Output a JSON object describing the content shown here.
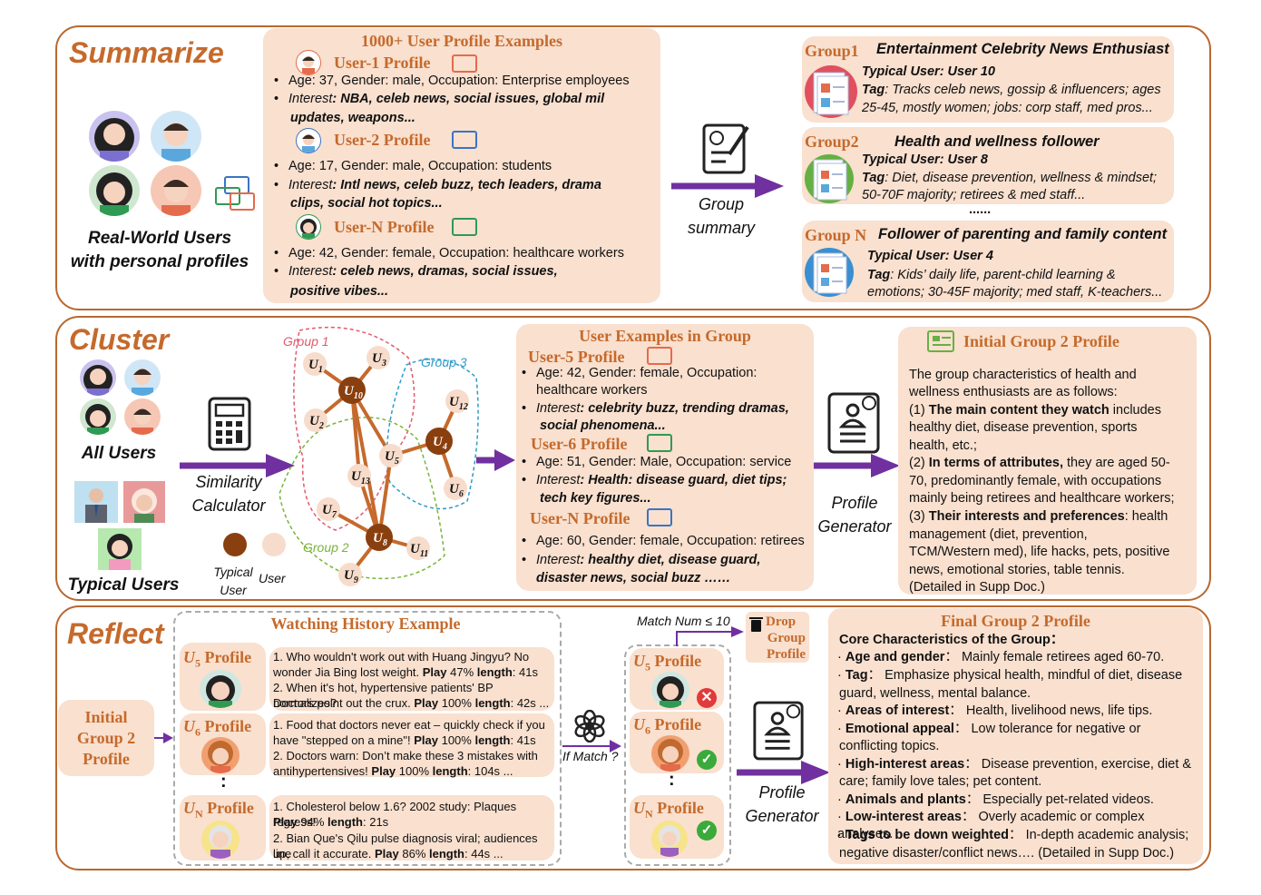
{
  "summarize": {
    "title": "Summarize",
    "users_label_1": "Real-World Users",
    "users_label_2": "with personal profiles",
    "examples_title": "1000+ User Profile Examples",
    "profiles": [
      {
        "name": "User-1 Profile",
        "line1": "Age: 37, Gender: male, Occupation: Enterprise employees",
        "interest_label": "Interest",
        "interest_1": ": NBA, celeb news, social issues, global mil",
        "interest_2": "updates, weapons..."
      },
      {
        "name": "User-2 Profile",
        "line1": "Age: 17, Gender: male, Occupation: students",
        "interest_label": "Interest",
        "interest_1": ": Intl news, celeb buzz, tech leaders, drama",
        "interest_2": "clips, social hot topics..."
      },
      {
        "name": "User-N Profile",
        "line1": "Age: 42, Gender: female, Occupation: healthcare workers",
        "interest_label": "Interest",
        "interest_1": ": celeb news, dramas, social issues,",
        "interest_2": "positive vibes..."
      }
    ],
    "arrow_label_1": "Group",
    "arrow_label_2": "summary",
    "groups": [
      {
        "id": "Group1",
        "name": "Entertainment Celebrity News Enthusiast",
        "typical": "Typical User: User 10",
        "tag_label": "Tag",
        "tag_1": ": Tracks celeb news, gossip & influencers; ages",
        "tag_2": "25-45, mostly women; jobs: corp staff, med pros..."
      },
      {
        "id": "Group2",
        "name": "Health and wellness follower",
        "typical": "Typical User: User 8",
        "tag_label": "Tag",
        "tag_1": ": Diet, disease prevention, wellness & mindset;",
        "tag_2": "50-70F majority; retirees & med staff..."
      },
      {
        "id": "Group N",
        "name": "Follower of parenting and family content",
        "typical": "Typical User: User 4",
        "tag_label": "Tag",
        "tag_1": ": Kids’ daily life, parent-child learning &",
        "tag_2": "emotions; 30-45F majority; med staff, K-teachers..."
      }
    ],
    "ellipsis": "......"
  },
  "cluster": {
    "title": "Cluster",
    "all_users": "All Users",
    "typical_users": "Typical Users",
    "calc_1": "Similarity",
    "calc_2": "Calculator",
    "group_labels": [
      "Group 1",
      "Group 2",
      "Group 3"
    ],
    "legend_typical_1": "Typical",
    "legend_typical_2": "User",
    "legend_user": "User",
    "examples_title": "User Examples in Group",
    "profiles": [
      {
        "name": "User-5 Profile",
        "line1": "Age: 42, Gender: female, Occupation:",
        "line1b": "healthcare workers",
        "interest_label": "Interest",
        "interest_1": ": celebrity buzz, trending dramas,",
        "interest_2": "social phenomena..."
      },
      {
        "name": "User-6 Profile",
        "line1": "Age: 51, Gender: Male, Occupation:  service",
        "interest_label": "Interest",
        "interest_1": ": Health: disease guard, diet tips;",
        "interest_2": "tech key figures..."
      },
      {
        "name": "User-N Profile",
        "line1": "Age: 60, Gender: female, Occupation: retirees",
        "interest_label": "Interest",
        "interest_1": ": healthy diet, disease guard,",
        "interest_2": "disaster news, social buzz ……"
      }
    ],
    "generator_1": "Profile",
    "generator_2": "Generator",
    "initial_title": "Initial Group 2 Profile",
    "initial_lines": [
      "The group characteristics of health and",
      "wellness enthusiasts are as follows:"
    ],
    "p1_pre": "(1) ",
    "p1_b": "The main content they watch",
    "p1_post": " includes",
    "p1_l2": "healthy diet, disease prevention, sports",
    "p1_l3": "health, etc.;",
    "p2_pre": "(2) ",
    "p2_b": "In terms of attributes,",
    "p2_post": " they are aged 50-",
    "p2_l2": "70, predominantly female, with occupations",
    "p2_l3": "mainly being retirees and healthcare workers;",
    "p3_pre": "(3) ",
    "p3_b": "Their interests and preferences",
    "p3_post": ": health",
    "p3_l2": "management (diet, prevention,",
    "p3_l3": "TCM/Western med), life hacks, pets, positive",
    "p3_l4": "news, emotional stories, table tennis.",
    "p3_l5": "(Detailed in Supp Doc.)"
  },
  "reflect": {
    "title": "Reflect",
    "initial_1": "Initial",
    "initial_2": "Group 2",
    "initial_3": "Profile",
    "history_title": "Watching History Example",
    "profile_word": "Profile",
    "histories": [
      {
        "sub": "5",
        "l1": "1. Who wouldn't work out with Huang Jingyu? No",
        "l2a": "wonder Jia Bing lost weight. ",
        "l2b": "Play",
        "l2c": " 47% ",
        "l2d": "length",
        "l2e": ": 41s",
        "l3": "2. When it's hot, hypertensive patients' BP normalizes?",
        "l4a": "Doctors point out the crux. ",
        "l4b": "Play",
        "l4c": " 100% ",
        "l4d": "length",
        "l4e": ": 42s ..."
      },
      {
        "sub": "6",
        "l1": "1. Food that doctors never eat – quickly check if you",
        "l2a": "have \"stepped on a mine\"!  ",
        "l2b": "Play",
        "l2c": " 100% ",
        "l2d": "length",
        "l2e": ": 41s",
        "l3": "2. Doctors warn: Don’t make these 3 mistakes with",
        "l4a": "antihypertensives!  ",
        "l4b": "Play",
        "l4c": " 100% ",
        "l4d": "length",
        "l4e": ": 104s ..."
      },
      {
        "sub": "N",
        "l1": "1. Cholesterol below 1.6? 2002 study: Plaques regress!",
        "l2a": "",
        "l2b": "Play",
        "l2c": " 94%  ",
        "l2d": "length",
        "l2e": ": 21s",
        "l3": "2. Bian Que's Qilu pulse diagnosis viral; audiences line",
        "l4a": "up, call it accurate. ",
        "l4b": "Play",
        "l4c": " 86%  ",
        "l4d": "length",
        "l4e": ": 44s ..."
      }
    ],
    "vdots": ":",
    "match_label": "If Match ?",
    "match_num": "Match Num  ≤ 10",
    "drop_1": "Drop",
    "drop_2": "Group",
    "drop_3": "Profile",
    "generator_1": "Profile",
    "generator_2": "Generator",
    "final_title": "Final Group 2 Profile",
    "core": "Core Characteristics of the Group：",
    "items": [
      {
        "b": "Age and gender",
        "t": "：  Mainly female retirees aged 60-70."
      },
      {
        "b": "Tag",
        "t": "：  Emphasize physical health, mindful of diet, disease",
        "t2": "guard, wellness, mental balance."
      },
      {
        "b": "Areas of interest",
        "t": "：  Health, livelihood news, life tips."
      },
      {
        "b": "Emotional appeal",
        "t": "：  Low tolerance for negative or",
        "t2": "conflicting topics."
      },
      {
        "b": "High-interest areas",
        "t": "：  Disease prevention, exercise, diet &",
        "t2": "care; family love tales; pet content."
      },
      {
        "b": "Animals and plants",
        "t": "：  Especially pet-related videos."
      },
      {
        "b": "Low-interest areas",
        "t": "：  Overly academic or complex analyses."
      },
      {
        "b": "Tags to be down weighted",
        "t": "：  In-depth academic analysis;",
        "t2": "negative disaster/conflict news….  (Detailed in Supp Doc.)"
      }
    ]
  },
  "graph": {
    "nodes": [
      {
        "id": "1",
        "label": "U",
        "sub": "1",
        "typical": false
      },
      {
        "id": "3",
        "label": "U",
        "sub": "3",
        "typical": false
      },
      {
        "id": "10",
        "label": "U",
        "sub": "10",
        "typical": true
      },
      {
        "id": "2",
        "label": "U",
        "sub": "2",
        "typical": false
      },
      {
        "id": "12",
        "label": "U",
        "sub": "12",
        "typical": false
      },
      {
        "id": "4",
        "label": "U",
        "sub": "4",
        "typical": true
      },
      {
        "id": "5",
        "label": "U",
        "sub": "5",
        "typical": false
      },
      {
        "id": "13",
        "label": "U",
        "sub": "13",
        "typical": false
      },
      {
        "id": "6",
        "label": "U",
        "sub": "6",
        "typical": false
      },
      {
        "id": "7",
        "label": "U",
        "sub": "7",
        "typical": false
      },
      {
        "id": "8",
        "label": "U",
        "sub": "8",
        "typical": true
      },
      {
        "id": "11",
        "label": "U",
        "sub": "11",
        "typical": false
      },
      {
        "id": "9",
        "label": "U",
        "sub": "9",
        "typical": false
      }
    ],
    "edges": [
      [
        "1",
        "10"
      ],
      [
        "3",
        "10"
      ],
      [
        "2",
        "10"
      ],
      [
        "10",
        "13"
      ],
      [
        "10",
        "5"
      ],
      [
        "10",
        "8"
      ],
      [
        "12",
        "4"
      ],
      [
        "4",
        "5"
      ],
      [
        "4",
        "6"
      ],
      [
        "5",
        "8"
      ],
      [
        "13",
        "8"
      ],
      [
        "7",
        "8"
      ],
      [
        "8",
        "11"
      ],
      [
        "8",
        "9"
      ]
    ],
    "colors": {
      "typical": "#8a3f0f",
      "user": "#f7dccb",
      "edge": "#c56a2c",
      "group1": "#e05a6d",
      "group2": "#7ab33a",
      "group3": "#2c9bc9"
    }
  }
}
